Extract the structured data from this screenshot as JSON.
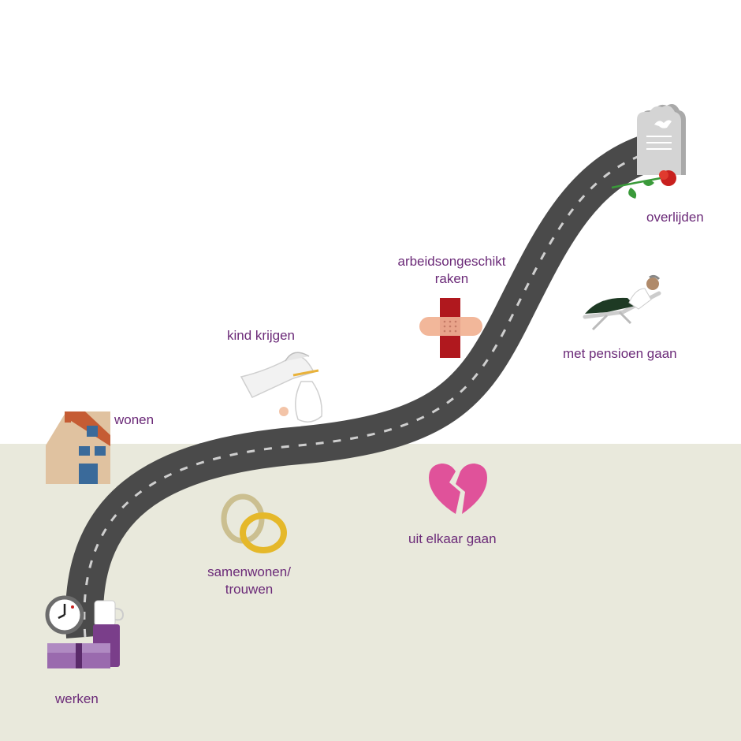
{
  "colors": {
    "sky": "#ffffff",
    "ground": "#e9e9dc",
    "road": "#4a4a4a",
    "road_dash": "#cfcfcf",
    "label": "#6b2a78"
  },
  "stages": [
    {
      "id": "werken",
      "label": "werken",
      "icon": "work-clock-gift-thermos-icon"
    },
    {
      "id": "wonen",
      "label": "wonen",
      "icon": "house-icon"
    },
    {
      "id": "samenwonen",
      "label": "samenwonen/\ntrouwen",
      "icon": "wedding-rings-icon"
    },
    {
      "id": "kind",
      "label": "kind krijgen",
      "icon": "stork-baby-icon"
    },
    {
      "id": "uit-elkaar",
      "label": "uit elkaar gaan",
      "icon": "broken-heart-icon"
    },
    {
      "id": "arbeids",
      "label": "arbeidsongeschikt\nraken",
      "icon": "bandage-cross-icon"
    },
    {
      "id": "pensioen",
      "label": "met pensioen gaan",
      "icon": "lounge-chair-person-icon"
    },
    {
      "id": "overlijden",
      "label": "overlijden",
      "icon": "gravestone-rose-icon"
    }
  ]
}
